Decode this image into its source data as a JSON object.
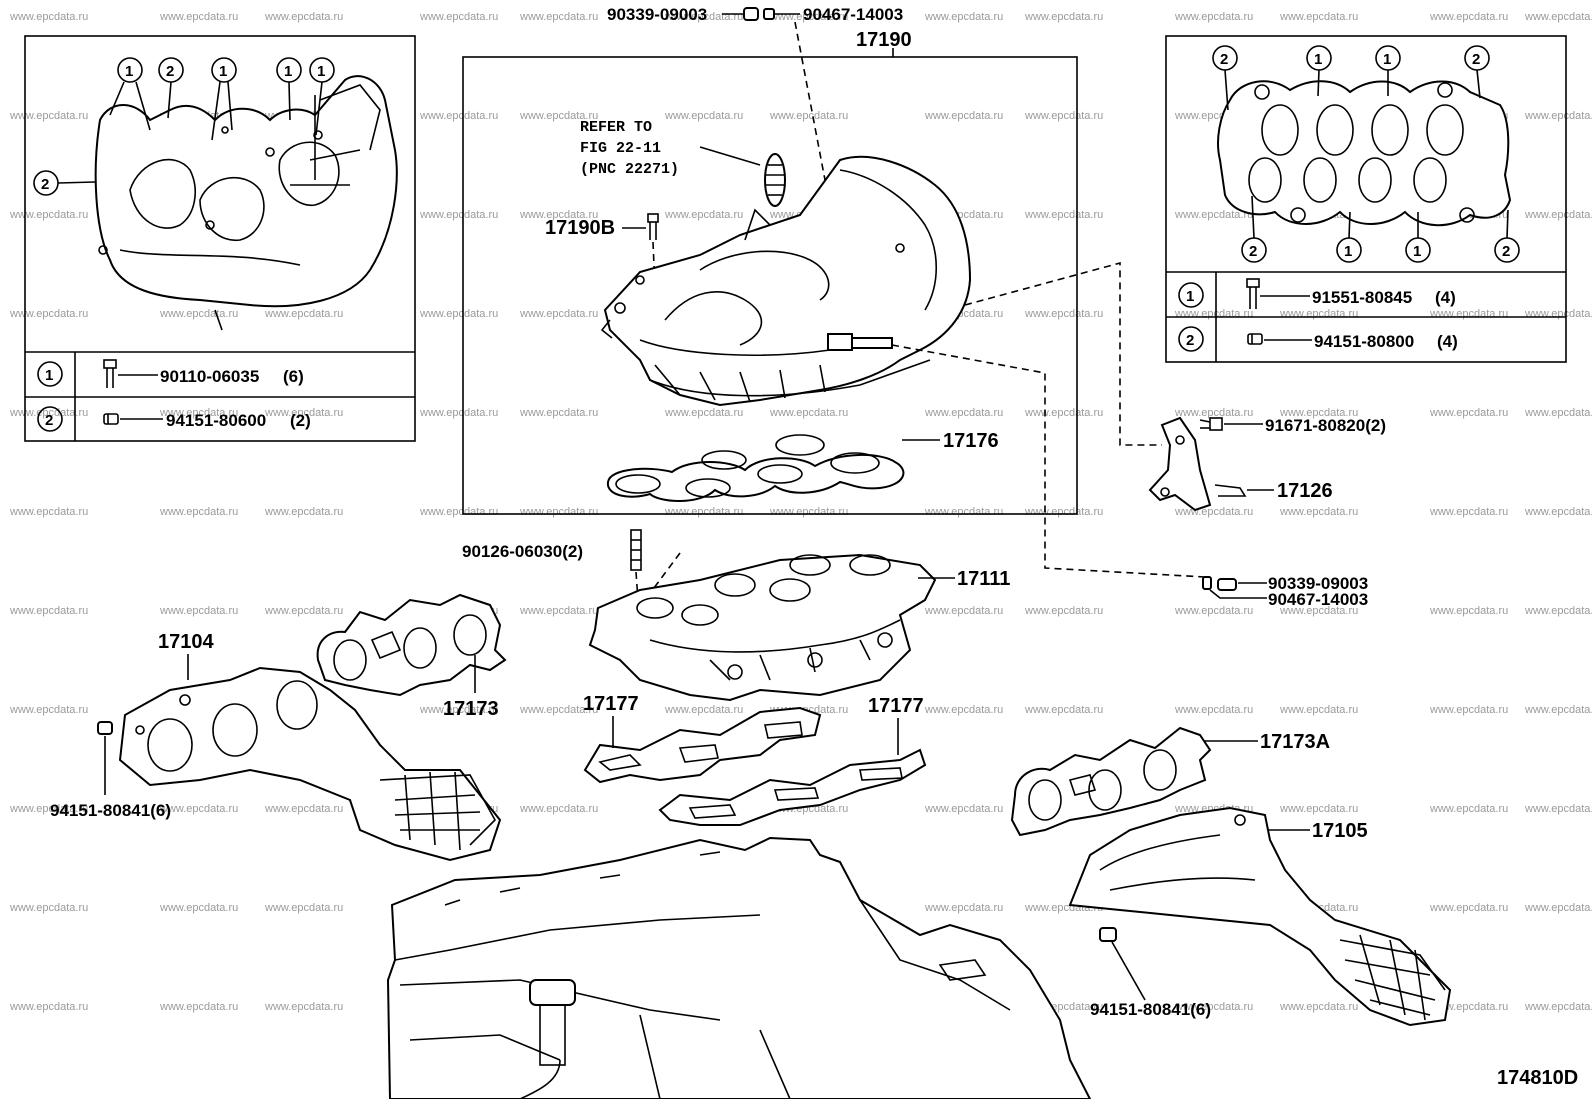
{
  "watermark": "www.epcdata.ru",
  "diagram_id": "174810D",
  "left_inset": {
    "legend": [
      {
        "marker": "1",
        "part": "90110-06035",
        "qty": "(6)"
      },
      {
        "marker": "2",
        "part": "94151-80600",
        "qty": "(2)"
      }
    ]
  },
  "right_inset": {
    "legend": [
      {
        "marker": "1",
        "part": "91551-80845",
        "qty": "(4)"
      },
      {
        "marker": "2",
        "part": "94151-80800",
        "qty": "(4)"
      }
    ]
  },
  "refer_note": [
    "REFER TO",
    "FIG 22-11",
    "(PNC 22271)"
  ],
  "labels": {
    "p17190": "17190",
    "p90339_top": "90339-09003",
    "p90467_top": "90467-14003",
    "p17190B": "17190B",
    "p17176": "17176",
    "p91671": "91671-80820(2)",
    "p17126": "17126",
    "p90126": "90126-06030(2)",
    "p17111": "17111",
    "p90339_mid": "90339-09003",
    "p90467_mid": "90467-14003",
    "p17104": "17104",
    "p17173": "17173",
    "p17177a": "17177",
    "p17177b": "17177",
    "p94151_left": "94151-80841(6)",
    "p17173A": "17173A",
    "p17105": "17105",
    "p94151_right": "94151-80841(6)"
  }
}
